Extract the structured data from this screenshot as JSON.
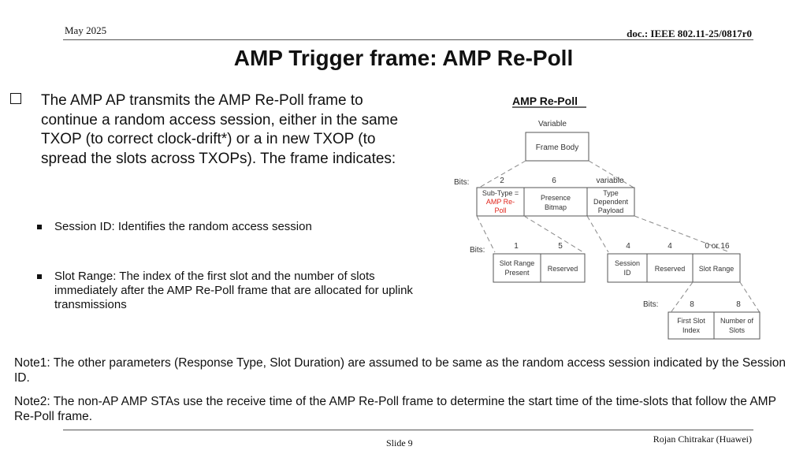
{
  "header": {
    "date": "May 2025",
    "doc": "doc.: IEEE 802.11-25/0817r0"
  },
  "title": "AMP Trigger frame: AMP Re-Poll",
  "main_bullet": "The AMP AP transmits the AMP Re-Poll frame to continue a random access session, either in the same TXOP (to correct clock-drift*) or a in new TXOP (to spread the slots across TXOPs). The frame indicates:",
  "sub_bullets": [
    "Session ID: Identifies the random access session",
    "Slot Range: The index of the first slot and the number of slots immediately after the AMP Re-Poll frame that are allocated for uplink transmissions"
  ],
  "diagram": {
    "title": "AMP Re-Poll",
    "top_size": "Variable",
    "frame_body": "Frame Body",
    "bits_label": "Bits:",
    "l2_sizes": [
      "2",
      "6",
      "variable"
    ],
    "l2_subtype_lines": [
      "Sub-Type =",
      "AMP Re-",
      "Poll"
    ],
    "l2_presence_lines": [
      "Presence",
      "Bitmap"
    ],
    "l2_typedep_lines": [
      "Type",
      "Dependent",
      "Payload"
    ],
    "l3_left_sizes": [
      "1",
      "5"
    ],
    "l3_left_fields": {
      "slot_range_present": [
        "Slot Range",
        "Present"
      ],
      "reserved": "Reserved"
    },
    "l3_right_sizes": [
      "4",
      "4",
      "0 or 16"
    ],
    "l3_right_fields": {
      "session_id": [
        "Session",
        "ID"
      ],
      "reserved": "Reserved",
      "slot_range": "Slot Range"
    },
    "l4_sizes": [
      "8",
      "8"
    ],
    "l4_fields": {
      "first_slot_index": [
        "First Slot",
        "Index"
      ],
      "number_of_slots": [
        "Number of",
        "Slots"
      ]
    },
    "accent_color": "#e0241b"
  },
  "notes": [
    "Note1: The other parameters (Response Type, Slot Duration) are assumed to be same as the random access session indicated by the Session ID.",
    "Note2: The non-AP AMP STAs use the receive time of the AMP Re-Poll frame to determine the start time of the time-slots that follow the AMP Re-Poll frame."
  ],
  "footer": {
    "author": "Rojan Chitrakar (Huawei)",
    "slide": "Slide 9"
  }
}
